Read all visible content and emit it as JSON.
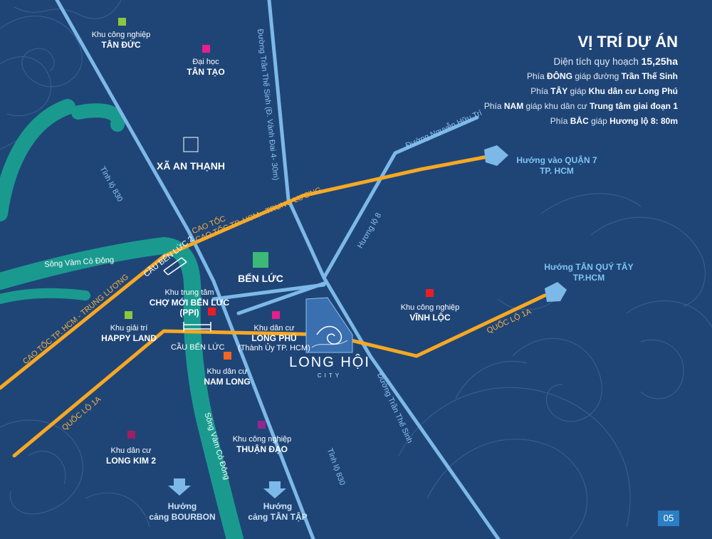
{
  "info": {
    "title": "VỊ TRÍ DỰ ÁN",
    "area_label": "Diện tích quy hoạch",
    "area_value": "15,25ha",
    "rows": [
      {
        "pre": "Phía ",
        "dir": "ĐÔNG",
        "mid": " giáp đường ",
        "val": "Trần Thế Sinh"
      },
      {
        "pre": "Phía ",
        "dir": "TÂY",
        "mid": " giáp ",
        "val": "Khu dân cư Long Phú"
      },
      {
        "pre": "Phía ",
        "dir": "NAM",
        "mid": " giáp khu dân cư ",
        "val": "Trung tâm giai đoạn 1"
      },
      {
        "pre": "Phía ",
        "dir": "BẮC",
        "mid": " giáp ",
        "val": "Hương lộ 8:  80m"
      }
    ]
  },
  "places": {
    "tan_duc": {
      "line1": "Khu công nghiệp",
      "line2": "TÂN ĐỨC",
      "color": "#8dc63f"
    },
    "tan_tao": {
      "line1": "Đại học",
      "line2": "TÂN TẠO",
      "color": "#e91e8c"
    },
    "an_thanh": {
      "name": "XÃ AN THẠNH"
    },
    "ben_luc": {
      "name": "BẾN LỨC",
      "color": "#3cb878"
    },
    "cho_moi": {
      "line1": "Khu trung tâm",
      "line2": "CHỢ MỚI BẾN LỨC",
      "line3": "(PPI)",
      "color": "#ed1c24"
    },
    "happy_land": {
      "line1": "Khu giải trí",
      "line2": "HAPPY LAND",
      "color": "#8dc63f"
    },
    "long_phu": {
      "line1": "Khu dân cư",
      "line2": "LONG PHÚ",
      "line3": "(Thành Ủy TP. HCM)",
      "color": "#e91e8c"
    },
    "nam_long": {
      "line1": "Khu dân cư",
      "line2": "NAM LONG",
      "color": "#f26522"
    },
    "long_kim": {
      "line1": "Khu dân cư",
      "line2": "LONG KIM 2",
      "color": "#9e1f63"
    },
    "thuan_dao": {
      "line1": "Khu công nghiệp",
      "line2": "THUẬN ĐẠO",
      "color": "#92278f"
    },
    "vinh_loc": {
      "line1": "Khu công nghiệp",
      "line2": "VĨNH LỘC",
      "color": "#ed1c24"
    }
  },
  "roads": {
    "tran_the_sinh_top": "Đường Trần Thế Sinh (Đ. Vành Đai 4- 30m)",
    "tran_the_sinh_bottom": "Đường Trần Thế Sinh",
    "nguyen_huu_tri": "Đường Nguyễn Hữu Trí",
    "huong_lo_8": "Hương lộ 8",
    "tinh_lo_830_top": "Tỉnh lộ 830",
    "tinh_lo_830_bottom": "Tỉnh lộ 830",
    "cao_toc_right": "CAO TỐC TP. HCM - TRUNG LƯƠNG",
    "cao_toc_left": "CAO TỐC TP. HCM - TRUNG LƯƠNG",
    "quoc_lo_right": "QUỐC LỘ 1A",
    "quoc_lo_left": "QUỐC LỘ 1A",
    "cau_ben_luc_2": "CẦU BẾN LỨC 2",
    "cau_ben_luc": "CẦU BẾN LỨC",
    "song_top": "Sông Vàm Cỏ Đông",
    "song_bottom": "Sông Vàm Cỏ Đông"
  },
  "directions": {
    "quan7": {
      "line1": "Hướng vào QUẬN 7",
      "line2": "TP. HCM"
    },
    "tan_quy_tay": {
      "line1": "Hướng TÂN QUÝ TÂY",
      "line2": "TP.HCM"
    },
    "bourbon": {
      "line1": "Hướng",
      "line2": "cảng BOURBON"
    },
    "tan_tap": {
      "line1": "Hướng",
      "line2": "cảng TÂN TẬP"
    }
  },
  "logo": {
    "name": "LONG HỘI",
    "sub": "CITY"
  },
  "page_number": "05",
  "colors": {
    "background": "#1f4577",
    "road_blue": "#7cb9e8",
    "road_orange": "#f7a823",
    "river": "#1a9a8f",
    "accent": "#2b7fc4"
  }
}
